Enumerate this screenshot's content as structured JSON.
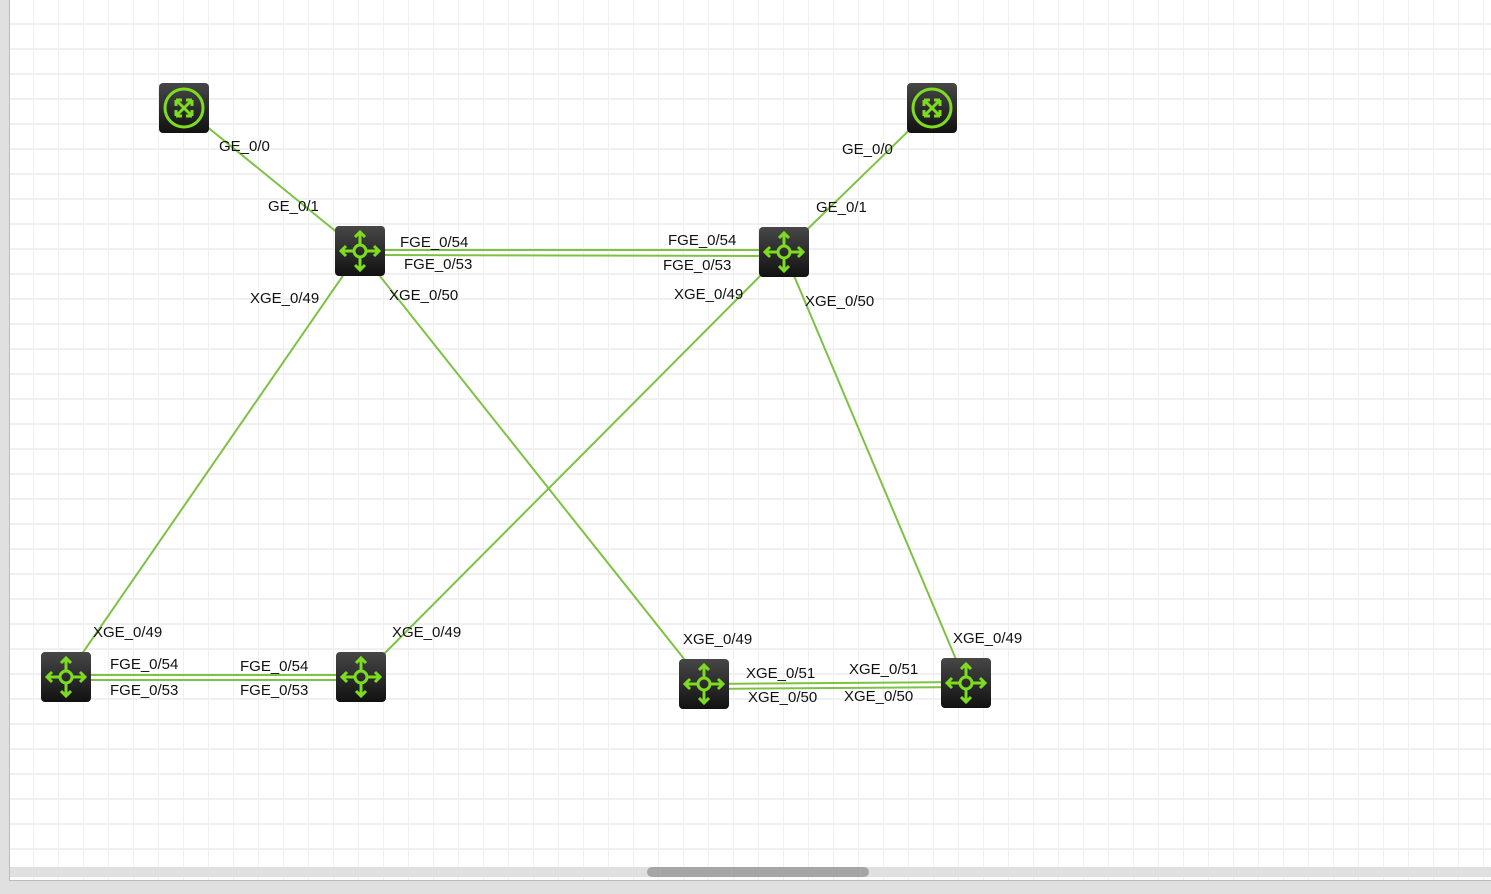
{
  "colors": {
    "link": "#7dc242",
    "icon": "#7ddc1f",
    "node_bg": "#1a1a1a"
  },
  "nodes": [
    {
      "id": "R1",
      "type": "router"
    },
    {
      "id": "R2",
      "type": "router"
    },
    {
      "id": "S1",
      "type": "switch"
    },
    {
      "id": "S2",
      "type": "switch"
    },
    {
      "id": "S3",
      "type": "switch"
    },
    {
      "id": "S4",
      "type": "switch"
    },
    {
      "id": "S5",
      "type": "switch"
    },
    {
      "id": "S6",
      "type": "switch"
    }
  ],
  "labels": {
    "r1_s1_a": "GE_0/0",
    "r1_s1_b": "GE_0/1",
    "r2_s2_a": "GE_0/0",
    "r2_s2_b": "GE_0/1",
    "s1_s2_a1": "FGE_0/54",
    "s1_s2_a2": "FGE_0/53",
    "s1_s2_b1": "FGE_0/54",
    "s1_s2_b2": "FGE_0/53",
    "s1_s3_a": "XGE_0/49",
    "s1_s5_a": "XGE_0/50",
    "s2_s4_a": "XGE_0/49",
    "s2_s6_a": "XGE_0/50",
    "s3_a": "XGE_0/49",
    "s4_a": "XGE_0/49",
    "s5_a": "XGE_0/49",
    "s6_a": "XGE_0/49",
    "s3_s4_a1": "FGE_0/54",
    "s3_s4_a2": "FGE_0/53",
    "s3_s4_b1": "FGE_0/54",
    "s3_s4_b2": "FGE_0/53",
    "s5_s6_a1": "XGE_0/51",
    "s5_s6_a2": "XGE_0/50",
    "s5_s6_b1": "XGE_0/51",
    "s5_s6_b2": "XGE_0/50"
  }
}
